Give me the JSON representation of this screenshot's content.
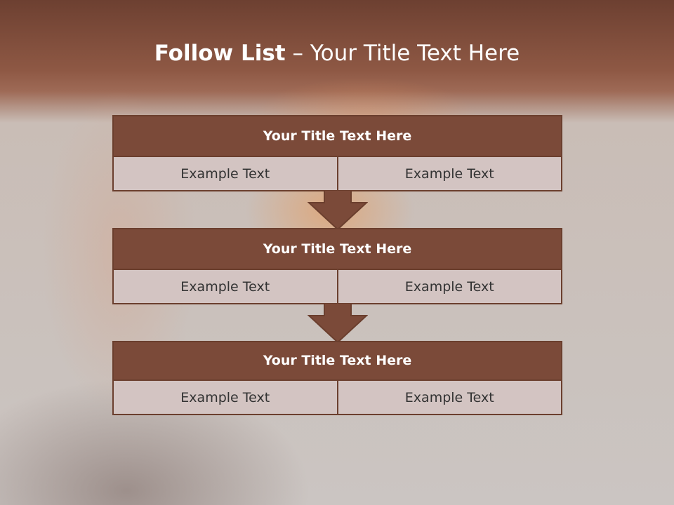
{
  "title": {
    "bold": "Follow List",
    "rest": " – Your Title Text Here"
  },
  "steps": [
    {
      "title": "Your Title Text Here",
      "left": "Example Text",
      "right": "Example Text"
    },
    {
      "title": "Your Title Text Here",
      "left": "Example Text",
      "right": "Example Text"
    },
    {
      "title": "Your Title Text Here",
      "left": "Example Text",
      "right": "Example Text"
    }
  ],
  "colors": {
    "header_brown": "#7b4a39",
    "cell_fill": "#d3c4c2",
    "border": "#6b3f2e"
  }
}
